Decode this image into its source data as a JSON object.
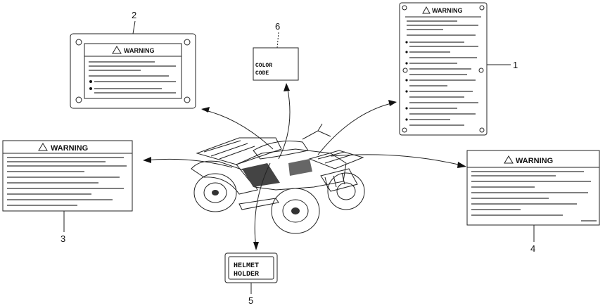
{
  "callouts": [
    "1",
    "2",
    "3",
    "4",
    "5",
    "6"
  ],
  "labels": {
    "warning": "WARNING",
    "color_code_line1": "COLOR",
    "color_code_line2": "CODE",
    "helmet_line1": "HELMET",
    "helmet_line2": "HOLDER"
  },
  "icons": {
    "warning_symbol": "triangle-warning-icon",
    "vehicle": "atv-illustration"
  }
}
